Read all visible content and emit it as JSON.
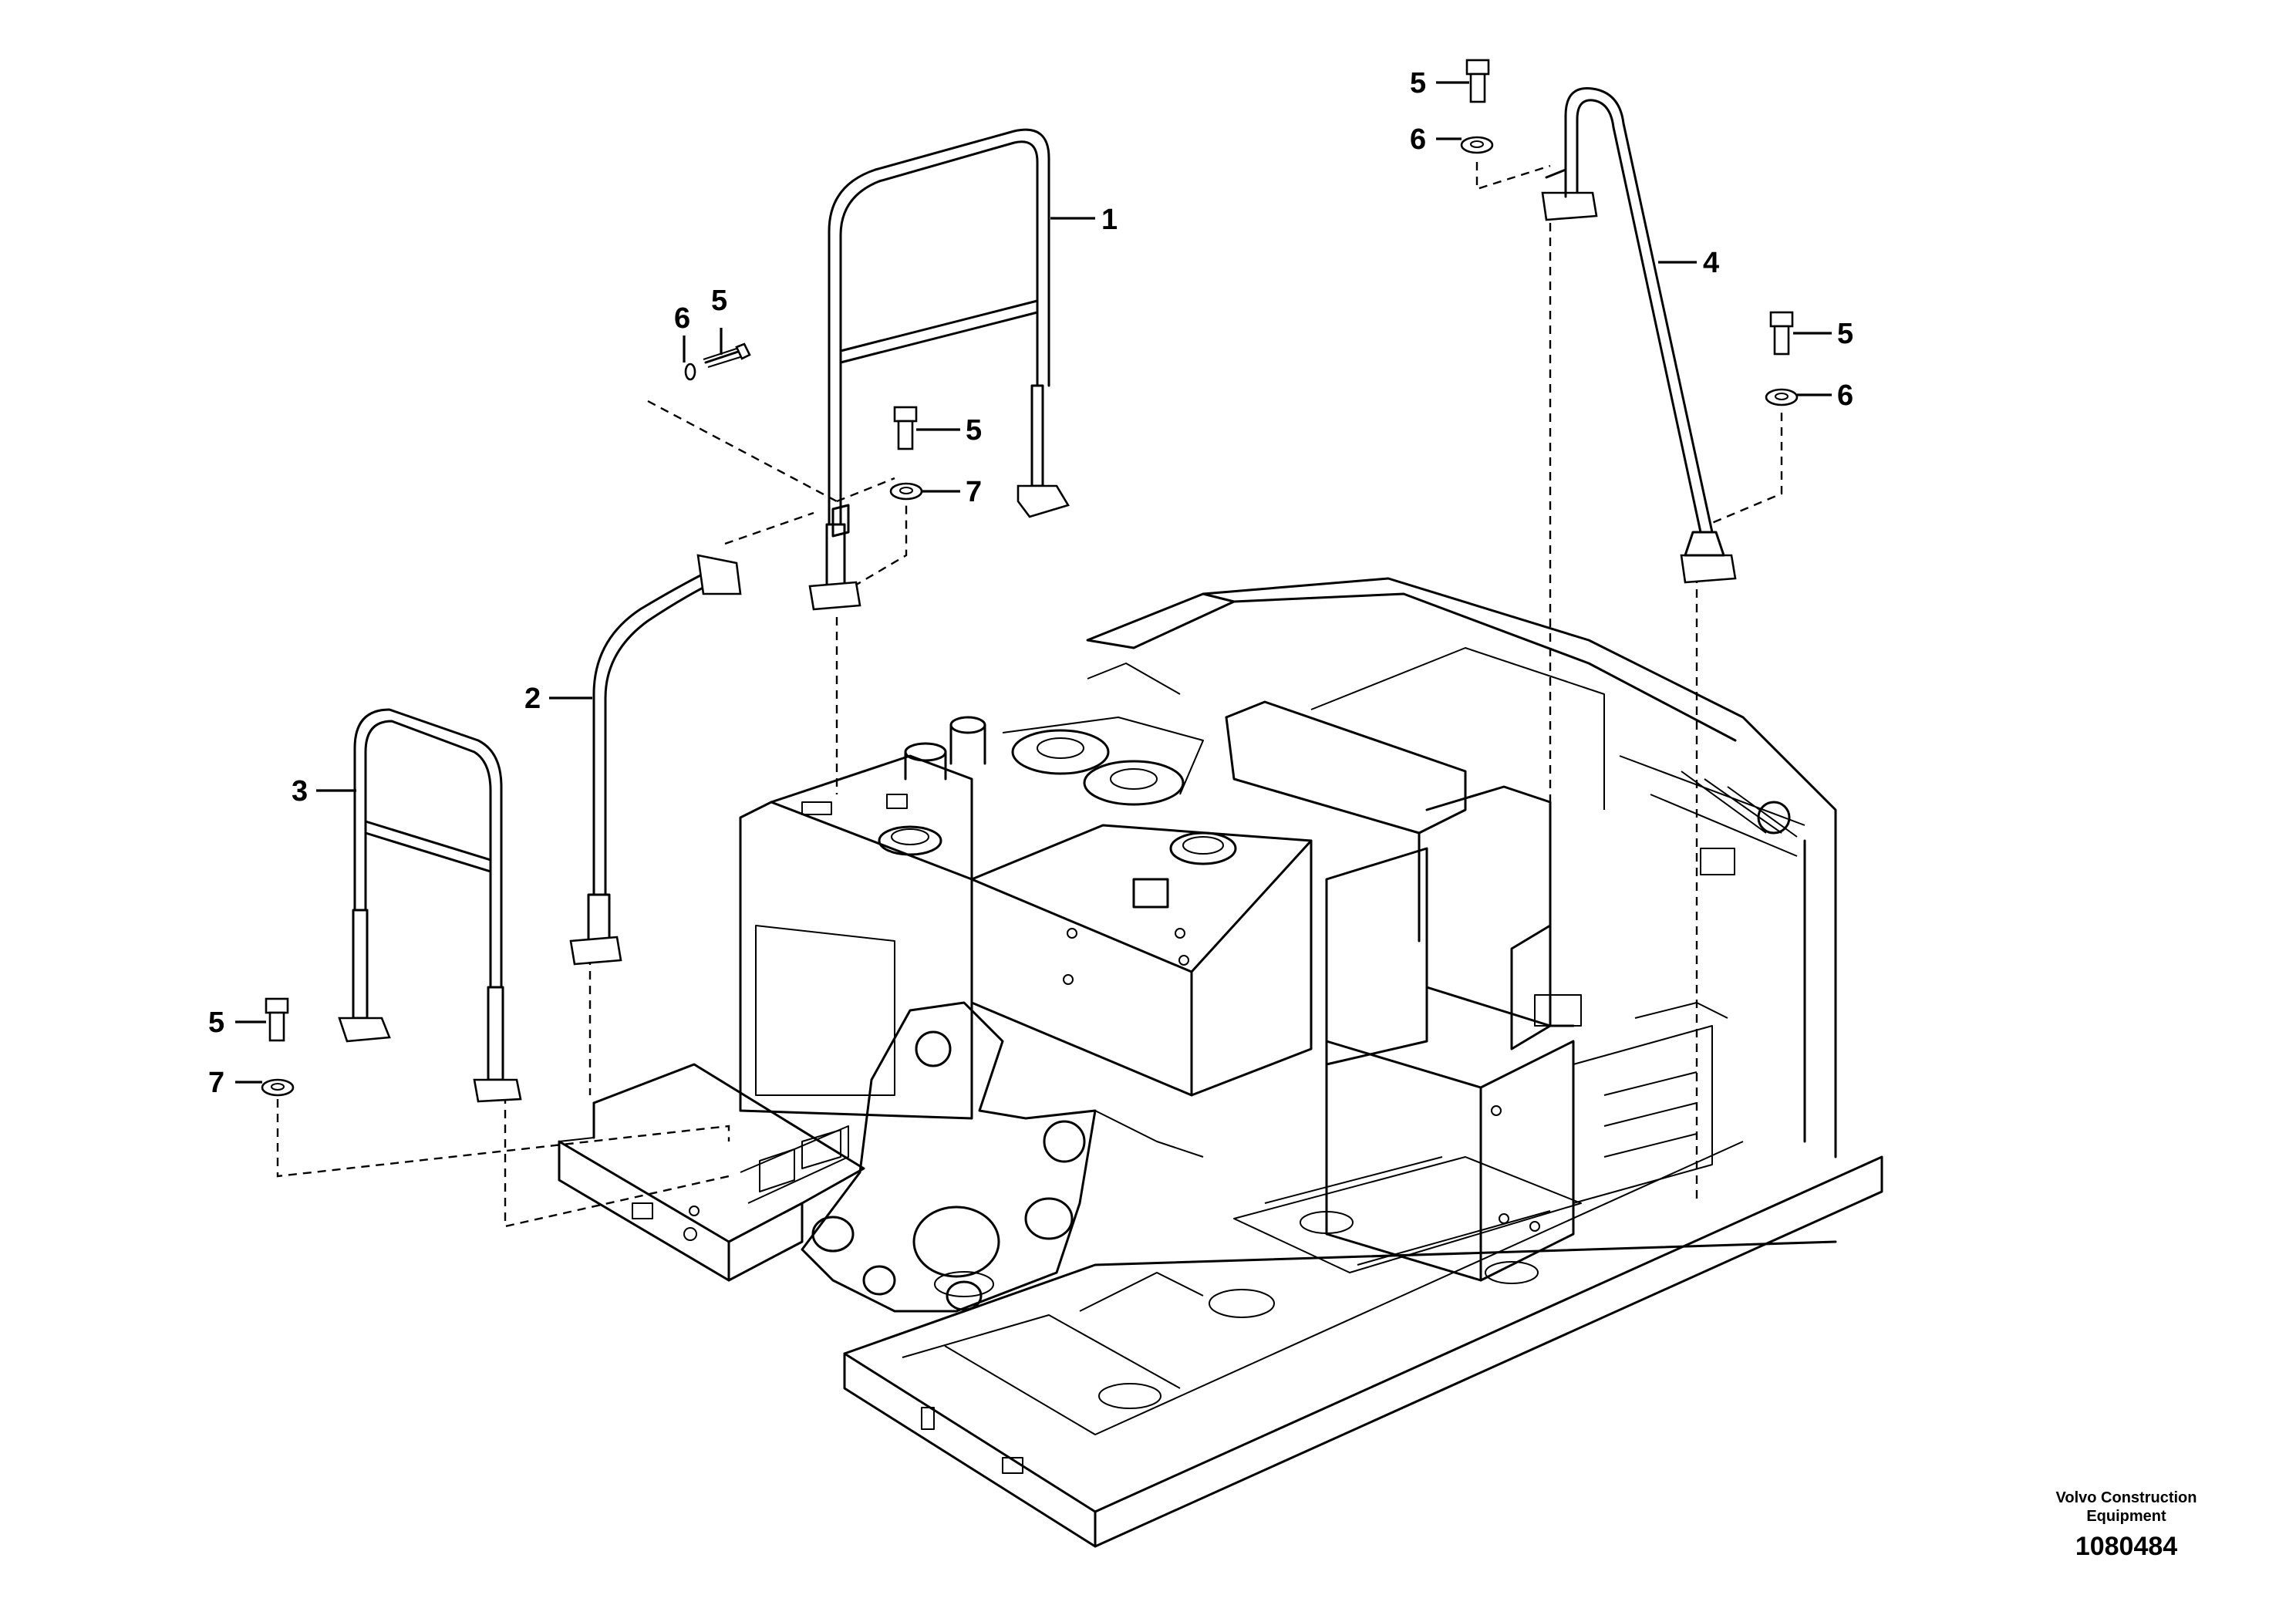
{
  "callouts": {
    "c1": "1",
    "c2": "2",
    "c3": "3",
    "c4": "4",
    "c5a": "5",
    "c5b": "5",
    "c5c": "5",
    "c5d": "5",
    "c5e": "5",
    "c6a": "6",
    "c6b": "6",
    "c6c": "6",
    "c7a": "7",
    "c7b": "7"
  },
  "footer": {
    "company_line1": "Volvo Construction",
    "company_line2": "Equipment",
    "drawing_number": "1080484"
  }
}
